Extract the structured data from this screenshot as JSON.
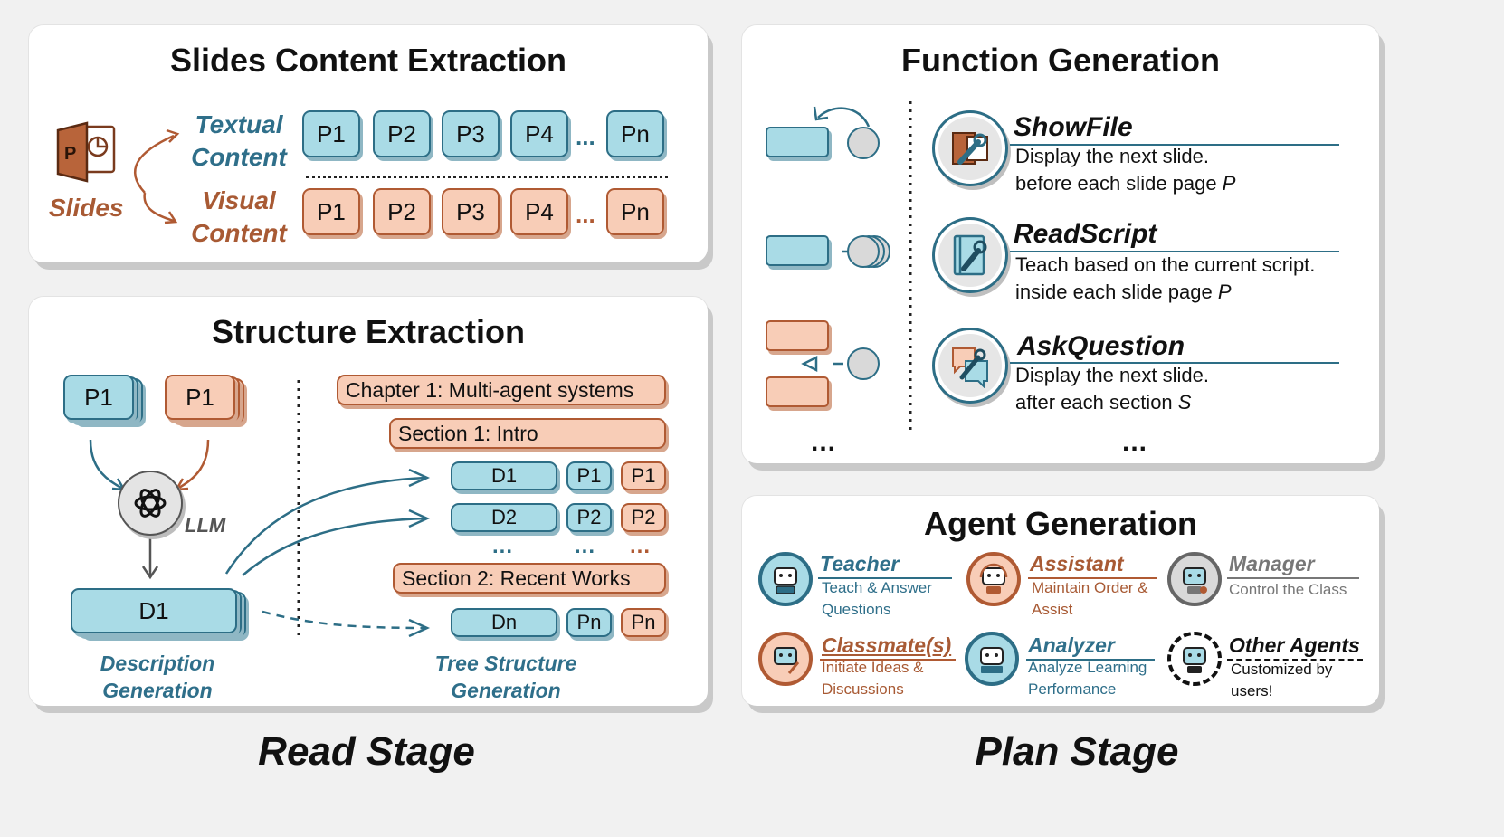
{
  "read_stage": {
    "label": "Read Stage",
    "slides_panel": {
      "title": "Slides Content Extraction",
      "slides_label": "Slides",
      "textual_label_line1": "Textual",
      "textual_label_line2": "Content",
      "visual_label_line1": "Visual",
      "visual_label_line2": "Content",
      "pages": [
        "P1",
        "P2",
        "P3",
        "P4",
        "Pn"
      ],
      "ellipsis": "..."
    },
    "structure_panel": {
      "title": "Structure Extraction",
      "p1_blue": "P1",
      "p1_orange": "P1",
      "llm_label": "LLM",
      "d1": "D1",
      "description_line1": "Description",
      "description_line2": "Generation",
      "tree_line1": "Tree Structure",
      "tree_line2": "Generation",
      "chapter": "Chapter 1: Multi-agent systems",
      "section1": "Section 1: Intro",
      "section2": "Section 2: Recent Works",
      "rows": [
        {
          "d": "D1",
          "pb": "P1",
          "po": "P1"
        },
        {
          "d": "D2",
          "pb": "P2",
          "po": "P2"
        },
        {
          "d": "Dn",
          "pb": "Pn",
          "po": "Pn"
        }
      ],
      "dots": "..."
    }
  },
  "plan_stage": {
    "label": "Plan Stage",
    "function_panel": {
      "title": "Function Generation",
      "functions": [
        {
          "name": "ShowFile",
          "line1": "Display the next slide.",
          "line2": "before each slide page",
          "var": "P",
          "icon": "presentation-wrench-icon"
        },
        {
          "name": "ReadScript",
          "line1": "Teach based on the current script.",
          "line2": "inside each slide page",
          "var": "P",
          "icon": "script-wrench-icon"
        },
        {
          "name": "AskQuestion",
          "line1": "Display the next slide.",
          "line2": "after each section",
          "var": "S",
          "icon": "qa-wrench-icon"
        }
      ],
      "more": "..."
    },
    "agent_panel": {
      "title": "Agent Generation",
      "agents": [
        {
          "name": "Teacher",
          "line1": "Teach & Answer",
          "line2": "Questions",
          "color": "#2f6f8a"
        },
        {
          "name": "Assistant",
          "line1": "Maintain Order &",
          "line2": "Assist",
          "color": "#a85a34"
        },
        {
          "name": "Manager",
          "line1": "Control the Class",
          "line2": "",
          "color": "#777777"
        },
        {
          "name": "Classmate(s)",
          "line1": "Initiate Ideas &",
          "line2": "Discussions",
          "color": "#a85a34"
        },
        {
          "name": "Analyzer",
          "line1": "Analyze Learning",
          "line2": "Performance",
          "color": "#2f6f8a"
        },
        {
          "name": "Other Agents",
          "line1": "Customized by",
          "line2": "users!",
          "color": "#111111"
        }
      ]
    }
  },
  "colors": {
    "blue_fill": "#a9dbe6",
    "blue_stroke": "#2d6e86",
    "orange_fill": "#f8cdb7",
    "orange_stroke": "#b05a33"
  }
}
